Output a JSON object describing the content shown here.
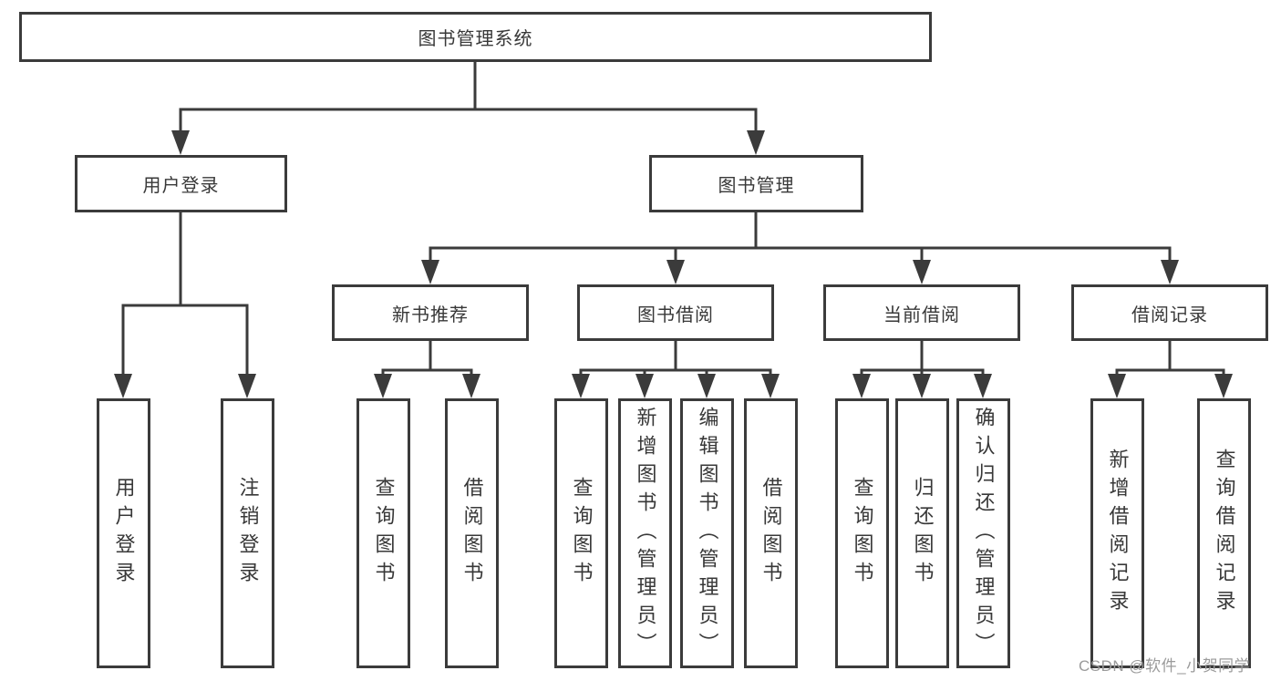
{
  "diagram": {
    "title_node": {
      "label": "图书管理系统"
    },
    "level2": [
      {
        "label": "用户登录"
      },
      {
        "label": "图书管理"
      }
    ],
    "level3": [
      {
        "label": "新书推荐"
      },
      {
        "label": "图书借阅"
      },
      {
        "label": "当前借阅"
      },
      {
        "label": "借阅记录"
      }
    ],
    "leaves": {
      "user_login": [
        "用户登录",
        "注销登录"
      ],
      "new_book_recommend": [
        "查询图书",
        "借阅图书"
      ],
      "book_borrow": [
        "查询图书",
        "新增图书（管理员）",
        "编辑图书（管理员）",
        "借阅图书"
      ],
      "current_borrow": [
        "查询图书",
        "归还图书",
        "确认归还（管理员）"
      ],
      "borrow_records": [
        "新增借阅记录",
        "查询借阅记录"
      ]
    }
  },
  "watermark": "CSDN @软件_小贺同学",
  "colors": {
    "line": "#3b3b3b",
    "box_border": "#3b3b3b",
    "text": "#383838",
    "watermark": "#9b9b9b",
    "background": "#ffffff"
  }
}
